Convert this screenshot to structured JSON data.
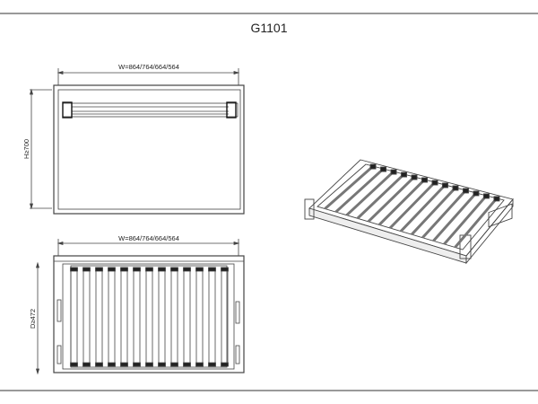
{
  "title": "G1101",
  "front_view": {
    "width_label": "W=864/764/664/564",
    "height_label": "H≥700"
  },
  "top_view": {
    "width_label": "W=864/764/664/564",
    "depth_label": "D≥472",
    "slat_count": 13
  },
  "colors": {
    "line": "#333333",
    "dark": "#222222",
    "background": "#ffffff"
  }
}
